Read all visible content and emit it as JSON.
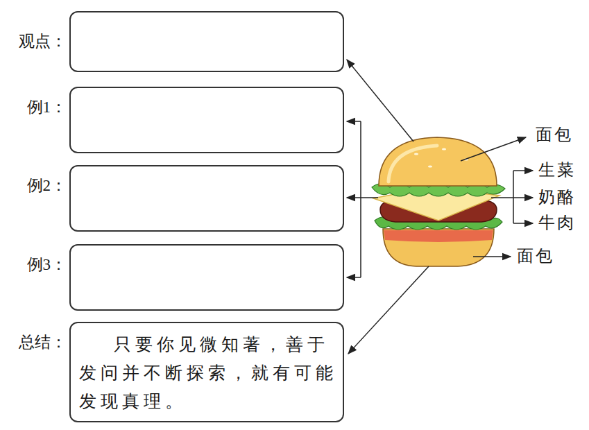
{
  "diagram": {
    "nodes": [
      {
        "text": [
          "观点："
        ]
      },
      {
        "text": [
          "例1："
        ]
      },
      {
        "text": [
          "例2："
        ]
      },
      {
        "text": [
          "例3："
        ]
      },
      {
        "text": [
          "总结：",
          "只要你见微知著，善于发问并不断探索，就有可能发现真理。"
        ]
      }
    ],
    "labels": [
      "面包",
      "生菜",
      "奶酪",
      "牛肉",
      "面包"
    ]
  }
}
